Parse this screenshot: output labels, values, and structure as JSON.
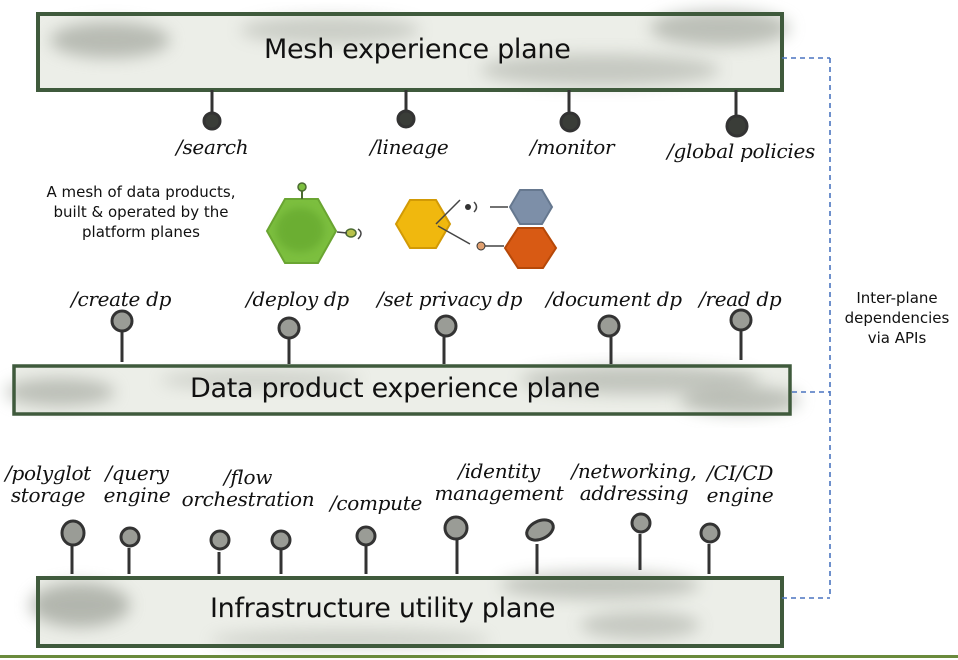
{
  "planes": {
    "mesh": {
      "label": "Mesh experience plane"
    },
    "data_product": {
      "label": "Data product experience plane"
    },
    "infrastructure": {
      "label": "Infrastructure utility plane"
    }
  },
  "mesh_apis": [
    "/search",
    "/lineage",
    "/monitor",
    "/global policies"
  ],
  "data_product_apis": [
    "/create dp",
    "/deploy dp",
    "/set privacy dp",
    "/document dp",
    "/read  dp"
  ],
  "infra_apis": {
    "polyglot_storage": {
      "line1": "/polyglot",
      "line2": "storage"
    },
    "query_engine": {
      "line1": "/query",
      "line2": "engine"
    },
    "flow_orchestration": {
      "line1": "/flow",
      "line2": "orchestration"
    },
    "compute": {
      "line1": "/compute"
    },
    "identity_management": {
      "line1": "/identity",
      "line2": "management"
    },
    "networking_addressing": {
      "line1": "/networking,",
      "line2": "addressing"
    },
    "cicd_engine": {
      "line1": "/CI/CD",
      "line2": "engine"
    }
  },
  "mesh_note": {
    "line1": "A mesh of data products,",
    "line2": "built & operated by the",
    "line3": "platform planes"
  },
  "dependencies_note": {
    "line1": "Inter-plane",
    "line2": "dependencies",
    "line3": "via APIs"
  },
  "colors": {
    "plane_border": "#3f5a3c",
    "plane_fill": "#e9eae4",
    "smudge": "#8d9288",
    "connector": "#333333",
    "dashed_line": "#4a74c0",
    "hex_green": "#7cbf3f",
    "hex_yellow": "#f0b80e",
    "hex_blue": "#7d8fa8",
    "hex_orange": "#d85a14"
  }
}
